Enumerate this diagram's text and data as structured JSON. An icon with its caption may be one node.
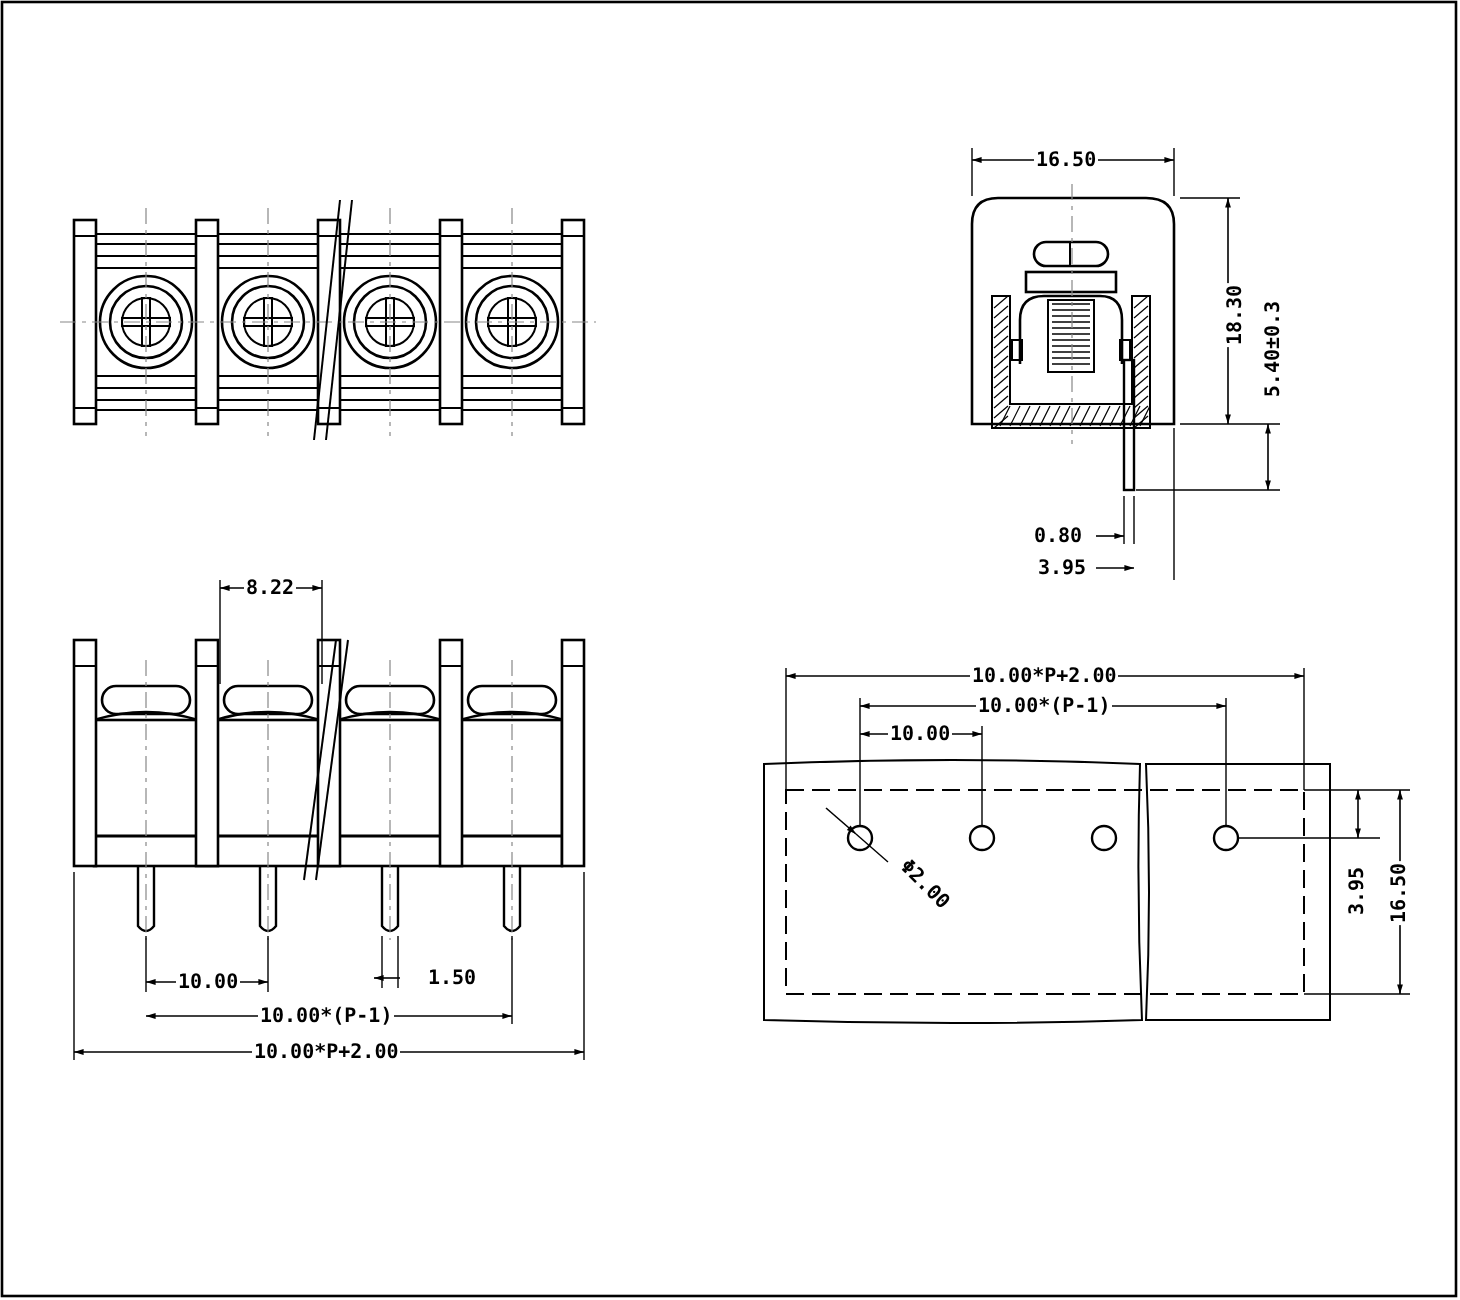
{
  "diagram": {
    "labels": [
      "16.50",
      "18.30",
      "5.40±0.3",
      "0.80",
      "3.95",
      "8.22",
      "10.00",
      "1.50",
      "10.00*(P-1)",
      "10.00*P+2.00",
      "10.00*P+2.00",
      "10.00*(P-1)",
      "10.00",
      "Φ2.00",
      "3.95",
      "16.50"
    ]
  }
}
